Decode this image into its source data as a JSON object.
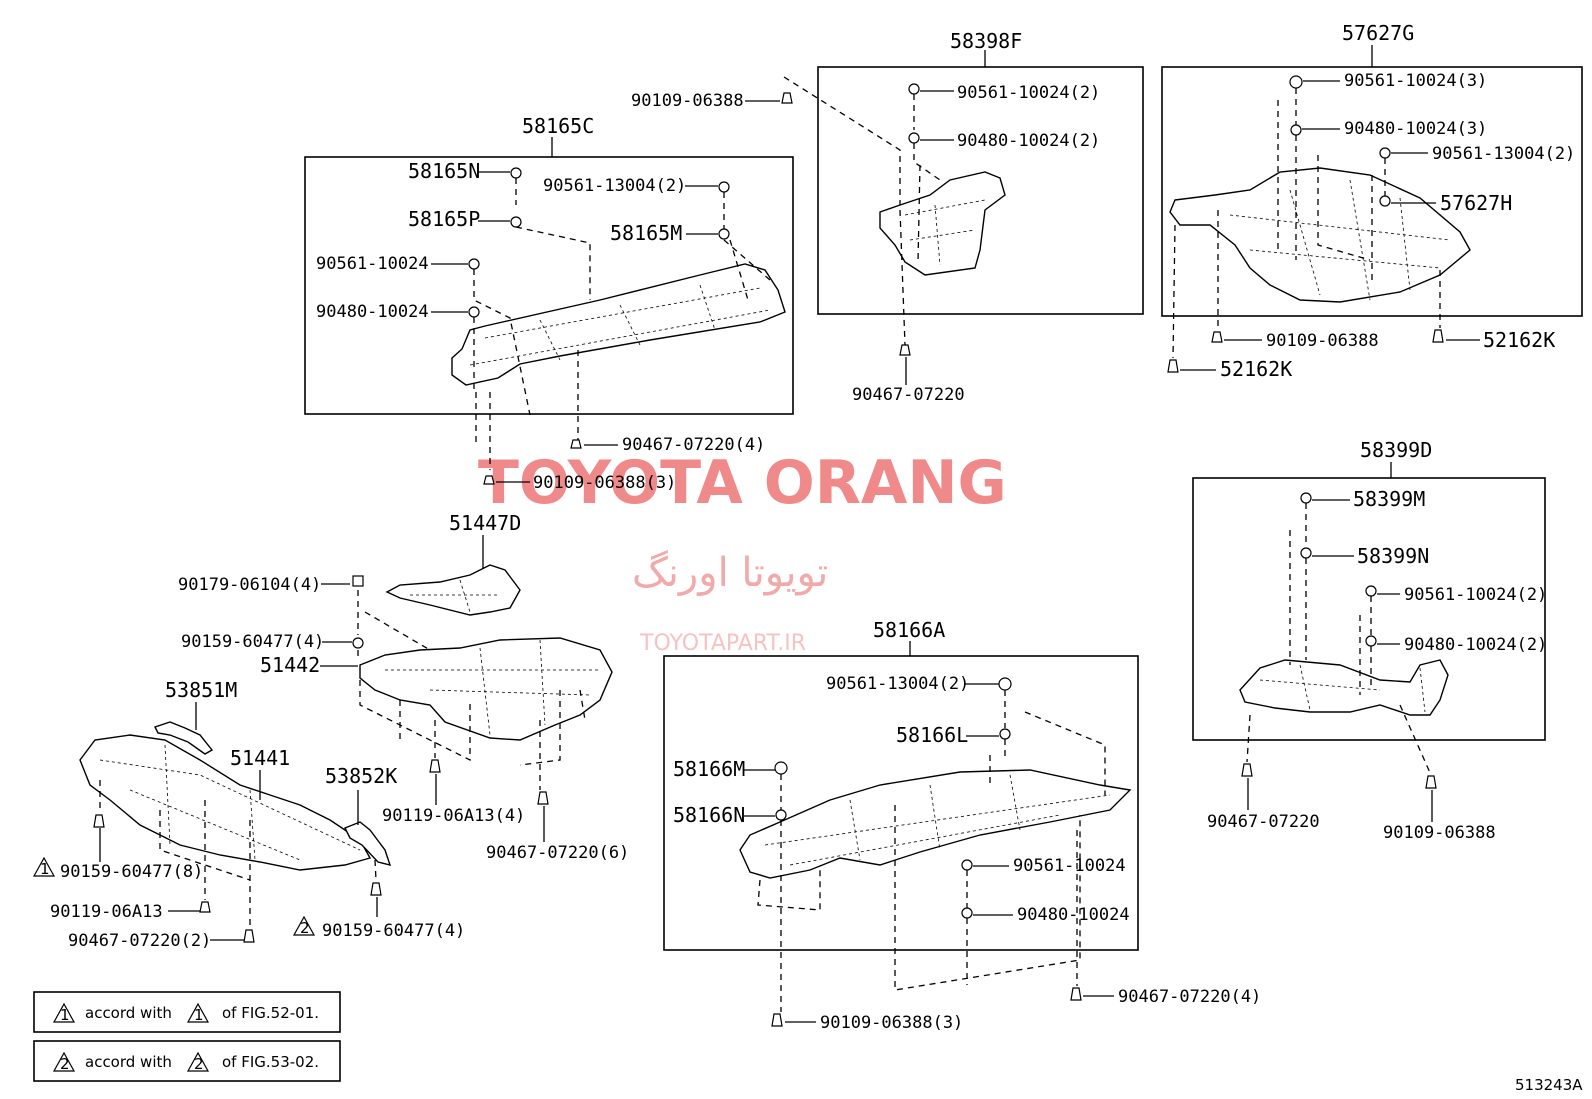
{
  "watermark": {
    "brand": "TOYOTA ORANG",
    "persian": "تویوتا اورنگ",
    "site": "TOYOTAPART.IR"
  },
  "groups": {
    "g58165C": {
      "title": "58165C",
      "n": "58165N",
      "p": "58165P",
      "m": "58165M",
      "c1": "90561-13004(2)",
      "c2": "90561-10024",
      "c3": "90480-10024",
      "b1": "90467-07220(4)",
      "b2": "90109-06388(3)"
    },
    "g58398F": {
      "title": "58398F",
      "c1": "90561-10024(2)",
      "c2": "90480-10024(2)",
      "ext": "90109-06388",
      "b1": "90467-07220"
    },
    "g57627G": {
      "title": "57627G",
      "c1": "90561-10024(3)",
      "c2": "90480-10024(3)",
      "c3": "90561-13004(2)",
      "h": "57627H",
      "b1": "90109-06388",
      "k1": "52162K",
      "k2": "52162K"
    },
    "g58399D": {
      "title": "58399D",
      "m": "58399M",
      "n": "58399N",
      "c1": "90561-10024(2)",
      "c2": "90480-10024(2)",
      "b1": "90467-07220",
      "b2": "90109-06388"
    },
    "g58166A": {
      "title": "58166A",
      "c1": "90561-13004(2)",
      "l": "58166L",
      "m": "58166M",
      "n": "58166N",
      "c2": "90561-10024",
      "c3": "90480-10024",
      "b1": "90109-06388(3)",
      "b2": "90467-07220(4)"
    },
    "left": {
      "p51447D": "51447D",
      "f1": "90179-06104(4)",
      "f2": "90159-60477(4)",
      "p51442": "51442",
      "p53851M": "53851M",
      "p51441": "51441",
      "p53852K": "53852K",
      "f3": "90119-06A13(4)",
      "f4": "90467-07220(6)",
      "f5": "90159-60477(8)",
      "f6": "90119-06A13",
      "f7": "90467-07220(2)",
      "f8": "90159-60477(4)",
      "mark1": "1",
      "mark2": "2"
    }
  },
  "notes": [
    {
      "mark": "1",
      "pre": "accord with",
      "post": "of FIG.52-01."
    },
    {
      "mark": "2",
      "pre": "accord with",
      "post": "of FIG.53-02."
    }
  ],
  "figure_id": "513243A"
}
